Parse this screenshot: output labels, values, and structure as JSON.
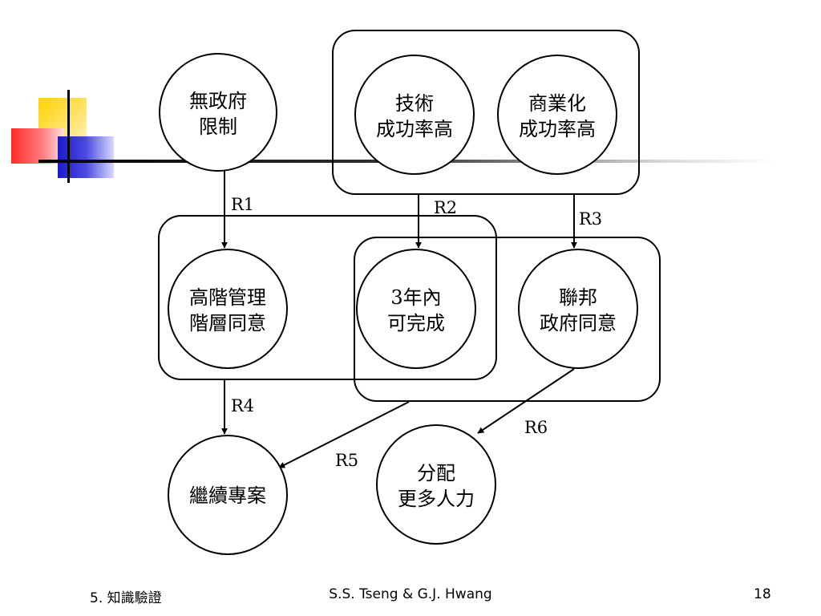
{
  "nodes": {
    "n1": {
      "line1": "無政府",
      "line2": "限制"
    },
    "n2": {
      "line1": "技術",
      "line2": "成功率高"
    },
    "n3": {
      "line1": "商業化",
      "line2": "成功率高"
    },
    "n4": {
      "line1": "高階管理",
      "line2": "階層同意"
    },
    "n5": {
      "line1": "3年內",
      "line2": "可完成"
    },
    "n6": {
      "line1": "聯邦",
      "line2": "政府同意"
    },
    "n7": {
      "line1": "繼續專案"
    },
    "n8": {
      "line1": "分配",
      "line2": "更多人力"
    }
  },
  "rules": {
    "r1": "R1",
    "r2": "R2",
    "r3": "R3",
    "r4": "R4",
    "r5": "R5",
    "r6": "R6"
  },
  "footer": {
    "left": "5. 知識驗證",
    "center": "S.S. Tseng & G.J. Hwang",
    "page": "18"
  }
}
